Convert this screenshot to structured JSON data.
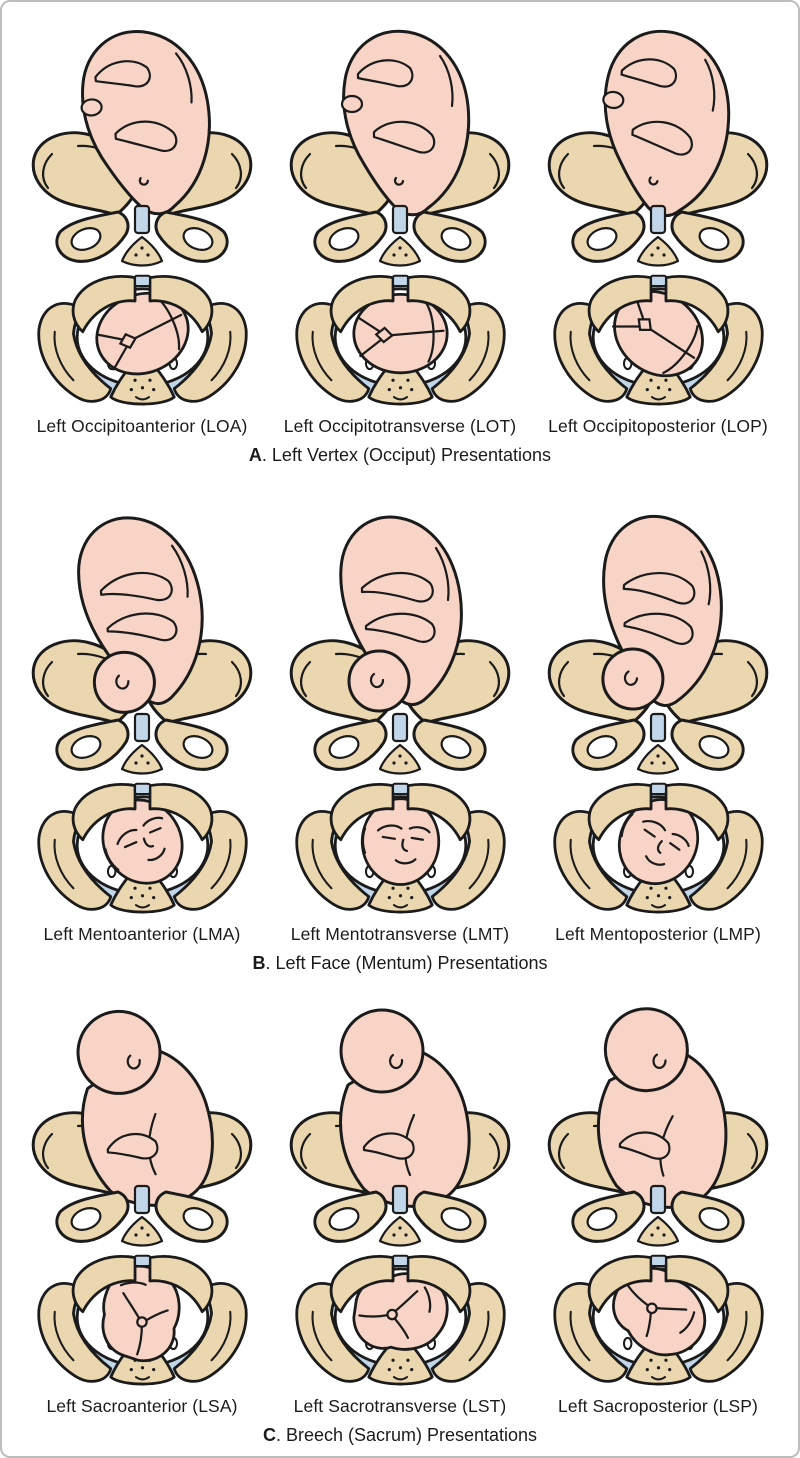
{
  "palette": {
    "skin": "#f8d4c6",
    "bone": "#ebd7af",
    "blue": "#c2d6ea",
    "outline": "#1b1b1b",
    "bg": "#ffffff",
    "border": "#bdbdbd"
  },
  "sections": [
    {
      "caption_letter": "A",
      "caption_rest": ". Left Vertex (Occiput) Presentations",
      "positions": [
        {
          "label": "Left Occipitoanterior (LOA)"
        },
        {
          "label": "Left Occipitotransverse (LOT)"
        },
        {
          "label": "Left Occipitoposterior (LOP)"
        }
      ]
    },
    {
      "caption_letter": "B",
      "caption_rest": ". Left Face (Mentum) Presentations",
      "positions": [
        {
          "label": "Left Mentoanterior (LMA)"
        },
        {
          "label": "Left Mentotransverse (LMT)"
        },
        {
          "label": "Left Mentoposterior (LMP)"
        }
      ]
    },
    {
      "caption_letter": "C",
      "caption_rest": ". Breech (Sacrum) Presentations",
      "positions": [
        {
          "label": "Left Sacroanterior (LSA)"
        },
        {
          "label": "Left Sacrotransverse (LST)"
        },
        {
          "label": "Left Sacroposterior (LSP)"
        }
      ]
    }
  ]
}
